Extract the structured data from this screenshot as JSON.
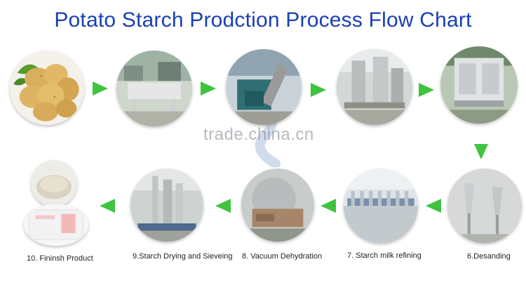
{
  "title": "Potato Starch Prodction Process Flow Chart",
  "watermark": "trade.china.cn",
  "colors": {
    "title": "#1a3fb3",
    "arrow": "#3ec43e"
  },
  "steps": [
    {
      "caption": "",
      "image": "raw-potatoes"
    },
    {
      "caption": "",
      "image": "washing-machine"
    },
    {
      "caption": "",
      "image": "crushing-machine"
    },
    {
      "caption": "",
      "image": "centrifugal-sieve"
    },
    {
      "caption": "",
      "image": "filter-tank"
    },
    {
      "caption": "6.Desanding",
      "image": "desanding-cyclones"
    },
    {
      "caption": "7. Starch milk refining",
      "image": "refining-cyclone-station"
    },
    {
      "caption": "8. Vacuum Dehydration",
      "image": "vacuum-filter"
    },
    {
      "caption": "9.Starch Drying and Sieveing",
      "image": "flash-dryer"
    },
    {
      "caption": "10. Fininsh Product",
      "image": "starch-bags"
    }
  ]
}
